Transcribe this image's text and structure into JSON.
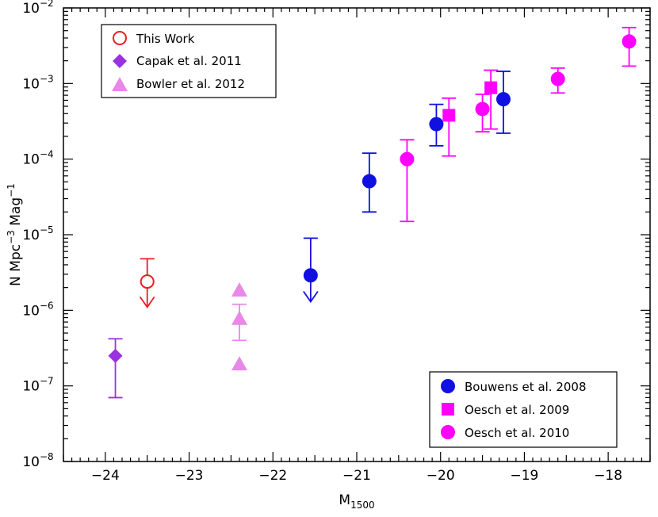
{
  "chart_data": {
    "type": "scatter",
    "xlabel": "M",
    "xlabel_sub": "1500",
    "ylabel_parts": [
      "N Mpc",
      "−3",
      " Mag",
      "−1"
    ],
    "xlim": [
      -24.5,
      -17.5
    ],
    "ylim": [
      1e-08,
      0.01
    ],
    "yscale": "log",
    "x_ticks": [
      -24,
      -23,
      -22,
      -21,
      -20,
      -19,
      -18
    ],
    "x_tick_labels": [
      "−24",
      "−23",
      "−22",
      "−21",
      "−20",
      "−19",
      "−18"
    ],
    "y_ticks": [
      -8,
      -7,
      -6,
      -5,
      -4,
      -3,
      -2
    ],
    "y_tick_labels": [
      "10",
      "10",
      "10",
      "10",
      "10",
      "10",
      "10"
    ],
    "y_tick_exponents": [
      "−8",
      "−7",
      "−6",
      "−5",
      "−4",
      "−3",
      "−2"
    ],
    "grid": false,
    "legends": [
      {
        "placement": "top-left",
        "entries": [
          "This Work",
          "Capak et al. 2011",
          "Bowler et al. 2012"
        ]
      },
      {
        "placement": "bottom-right",
        "entries": [
          "Bouwens et al. 2008",
          "Oesch et al. 2009",
          "Oesch et al. 2010"
        ]
      }
    ],
    "series": [
      {
        "name": "This Work",
        "marker": "open-circle",
        "color": "#ee1c25",
        "points": [
          {
            "x": -23.5,
            "y": 2.4e-06,
            "lo": 1.1e-06,
            "hi": 4.8e-06,
            "upper_limit": true
          }
        ]
      },
      {
        "name": "Capak et al. 2011",
        "marker": "diamond",
        "color": "#9933dd",
        "points": [
          {
            "x": -23.88,
            "y": 2.5e-07,
            "lo": 7e-08,
            "hi": 4.2e-07
          }
        ]
      },
      {
        "name": "Bowler et al. 2012",
        "marker": "triangle",
        "color": "#e889e8",
        "points": [
          {
            "x": -22.4,
            "y": 1.8e-06
          },
          {
            "x": -22.4,
            "y": 7.6e-07,
            "lo": 4e-07,
            "hi": 1.2e-06
          },
          {
            "x": -22.4,
            "y": 1.9e-07
          }
        ]
      },
      {
        "name": "Bouwens et al. 2008",
        "marker": "circle",
        "color": "#1010e0",
        "points": [
          {
            "x": -21.55,
            "y": 2.9e-06,
            "lo": 1.3e-06,
            "hi": 9e-06,
            "upper_limit": true
          },
          {
            "x": -20.85,
            "y": 5.1e-05,
            "lo": 2e-05,
            "hi": 0.00012
          },
          {
            "x": -20.05,
            "y": 0.00029,
            "lo": 0.00015,
            "hi": 0.00053
          },
          {
            "x": -19.25,
            "y": 0.00062,
            "lo": 0.00022,
            "hi": 0.00145
          }
        ]
      },
      {
        "name": "Oesch et al. 2009",
        "marker": "square",
        "color": "#ff00ff",
        "points": [
          {
            "x": -19.9,
            "y": 0.00038,
            "lo": 0.00011,
            "hi": 0.00064
          },
          {
            "x": -19.4,
            "y": 0.00088,
            "lo": 0.00025,
            "hi": 0.0015
          }
        ]
      },
      {
        "name": "Oesch et al. 2010",
        "marker": "circle",
        "color": "#ff00ff",
        "points": [
          {
            "x": -20.4,
            "y": 0.0001,
            "lo": 1.5e-05,
            "hi": 0.00018
          },
          {
            "x": -19.5,
            "y": 0.00046,
            "lo": 0.00023,
            "hi": 0.00072
          },
          {
            "x": -18.6,
            "y": 0.00115,
            "lo": 0.00075,
            "hi": 0.0016
          },
          {
            "x": -17.75,
            "y": 0.0036,
            "lo": 0.0017,
            "hi": 0.0055
          }
        ]
      }
    ]
  }
}
